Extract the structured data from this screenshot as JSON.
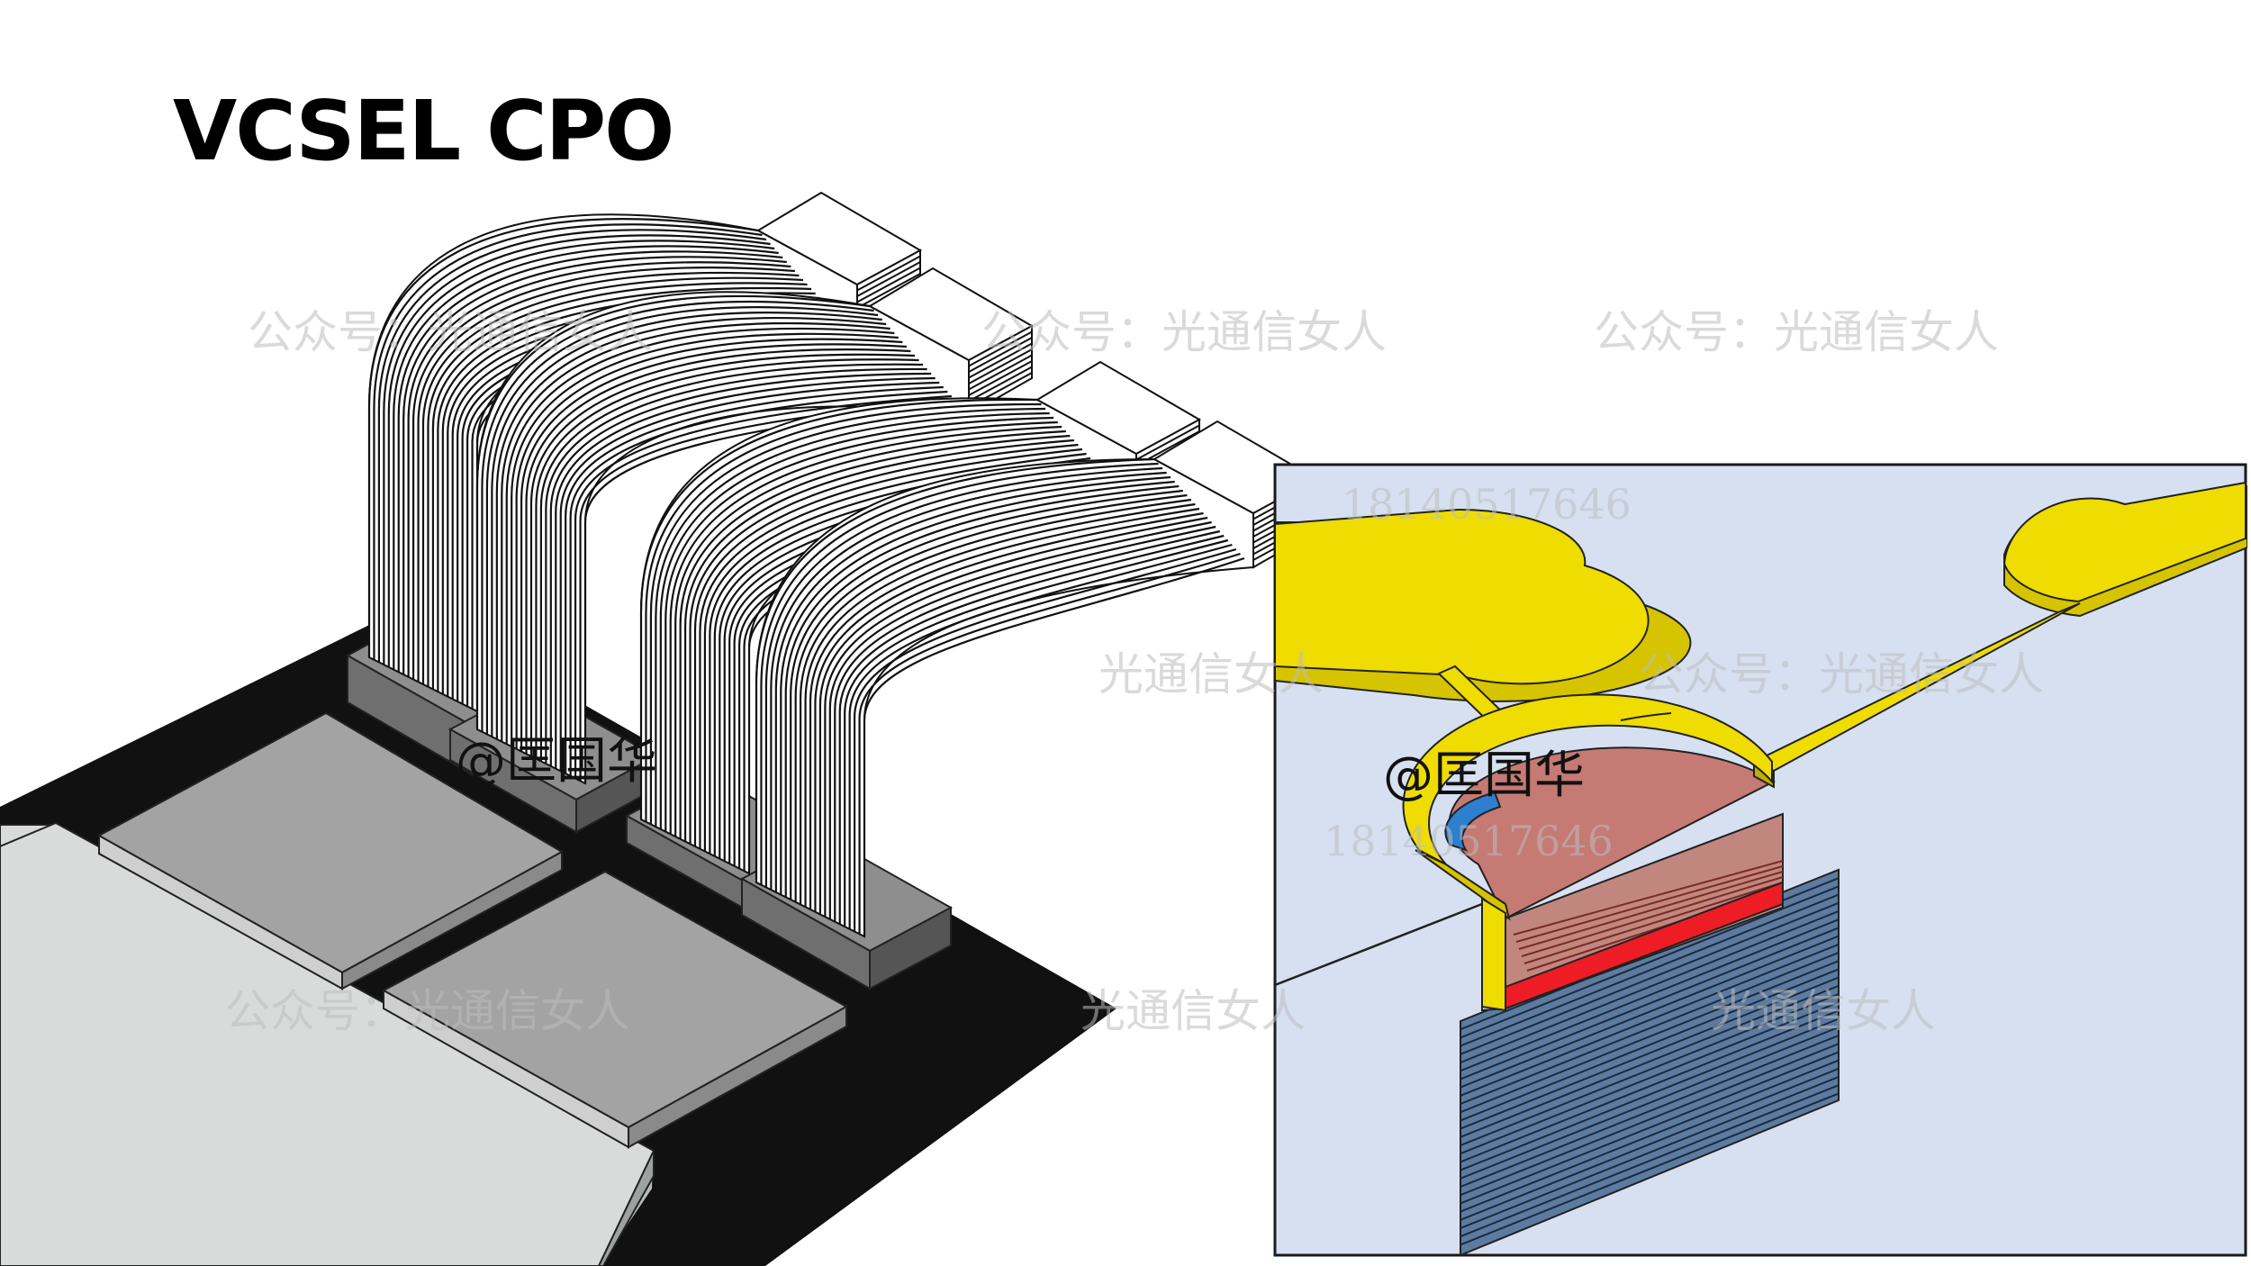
{
  "title": "VCSEL CPO",
  "watermarks": [
    {
      "text": "公众号：光通信女人",
      "role": "top-left"
    },
    {
      "text": "公众号：光通信女人",
      "role": "top-center"
    },
    {
      "text": "公众号：光通信女人",
      "role": "top-right"
    },
    {
      "text": "光通信女人",
      "role": "mid-center"
    },
    {
      "text": "公众号：光通信女人",
      "role": "mid-right"
    },
    {
      "text": "公众号：光通信女人",
      "role": "bottom-left"
    },
    {
      "text": "光通信女人",
      "role": "bottom-center"
    },
    {
      "text": "光通信女人",
      "role": "bottom-right"
    },
    {
      "text": "18140517646",
      "role": "inset-top"
    },
    {
      "text": "18140517646",
      "role": "inset-mid"
    }
  ],
  "author_tags": [
    {
      "text": "@匡国华",
      "role": "left-figure"
    },
    {
      "text": "@匡国华",
      "role": "right-figure"
    }
  ],
  "colors": {
    "board": "#111111",
    "chip": "#a3a3a3",
    "substrate": "#d9dbdb",
    "connector": "#5f5f5f",
    "gold": "#efdc00",
    "inset_bg": "#d6e0f1",
    "mesa": "#c57a74",
    "active": "#ee1c24",
    "dbr": "#5d7ba1"
  }
}
